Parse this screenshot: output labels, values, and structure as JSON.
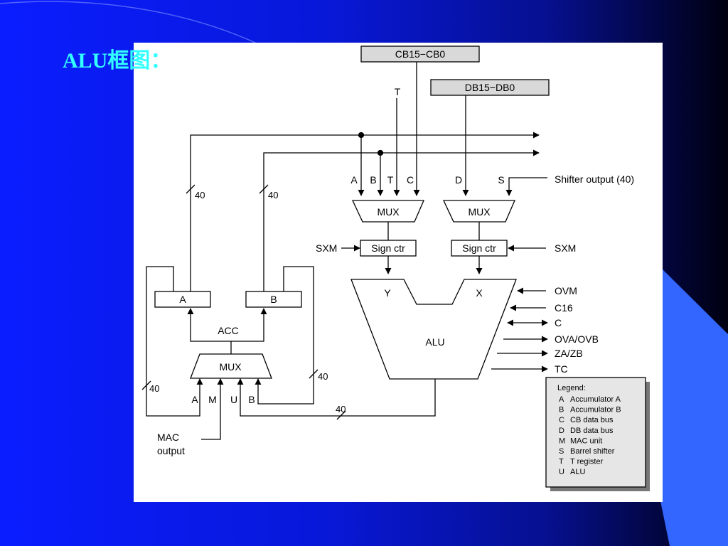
{
  "slide": {
    "title": "ALU框图："
  },
  "colors": {
    "background_blue": "#0a1dff",
    "title_cyan": "#33ffff",
    "panel_white": "#ffffff",
    "bus_box_gray": "#d9d9d9",
    "legend_gray": "#e6e6e6"
  },
  "diagram": {
    "buses": {
      "cb": "CB15−CB0",
      "db": "DB15−DB0",
      "t": "T"
    },
    "top_inputs": {
      "a": "A",
      "b": "B",
      "t": "T",
      "c": "C",
      "d": "D",
      "s": "S",
      "shifter": "Shifter output (40)"
    },
    "mux_left": "MUX",
    "mux_right": "MUX",
    "sign_left": "Sign ctr",
    "sign_right": "Sign ctr",
    "sxm_left": "SXM",
    "sxm_right": "SXM",
    "alu": {
      "label": "ALU",
      "y": "Y",
      "x": "X"
    },
    "alu_signals": [
      "OVM",
      "C16",
      "C",
      "OVA/OVB",
      "ZA/ZB",
      "TC"
    ],
    "acc_a": "A",
    "acc_b": "B",
    "acc_label": "ACC",
    "bottom_mux": {
      "label": "MUX",
      "inputs": [
        "A",
        "M",
        "U",
        "B"
      ]
    },
    "width_labels": {
      "a_up": "40",
      "b_up": "40",
      "a_loop": "40",
      "b_loop": "40",
      "alu_out": "40"
    },
    "mac_output": [
      "MAC",
      "output"
    ]
  },
  "legend": {
    "title": "Legend:",
    "items": [
      {
        "key": "A",
        "text": "Accumulator A"
      },
      {
        "key": "B",
        "text": "Accumulator B"
      },
      {
        "key": "C",
        "text": "CB data bus"
      },
      {
        "key": "D",
        "text": "DB data bus"
      },
      {
        "key": "M",
        "text": "MAC unit"
      },
      {
        "key": "S",
        "text": "Barrel shifter"
      },
      {
        "key": "T",
        "text": "T register"
      },
      {
        "key": "U",
        "text": "ALU"
      }
    ]
  }
}
